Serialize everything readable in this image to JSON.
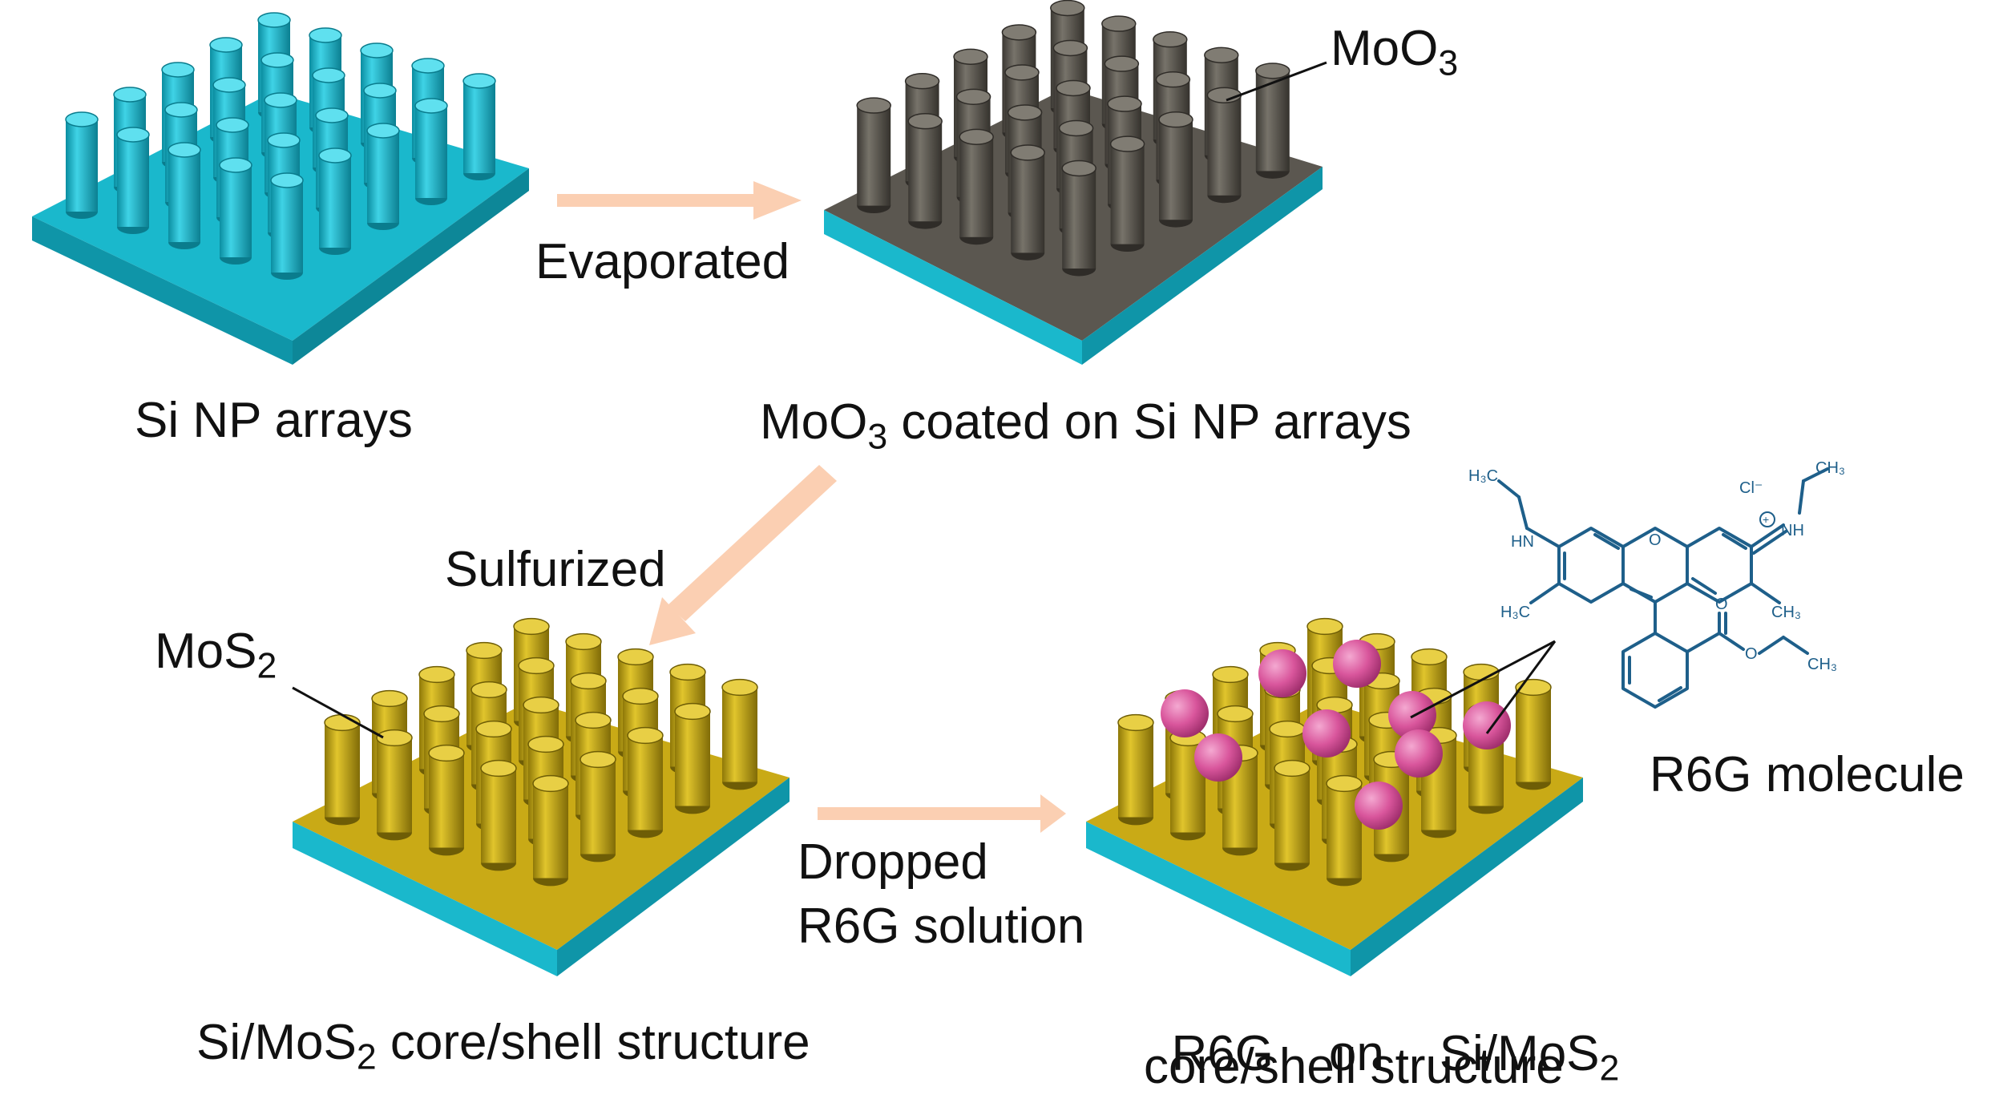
{
  "labels": {
    "si_np_arrays": "Si NP arrays",
    "evaporated": "Evaporated",
    "moo3_tag": {
      "pre": "MoO",
      "sub": "3",
      "post": ""
    },
    "moo3_coated": {
      "pre": "MoO",
      "sub": "3",
      "post": " coated on Si NP arrays"
    },
    "sulfurized": "Sulfurized",
    "mos2_tag": {
      "pre": "MoS",
      "sub": "2",
      "post": ""
    },
    "si_mos2": {
      "pre": "Si/MoS",
      "sub": "2",
      "post": " core/shell structure"
    },
    "dropped_line1": "Dropped",
    "dropped_line2": "R6G solution",
    "r6g_on_line1": {
      "pre": "R6G    on    Si/MoS",
      "sub": "2",
      "post": ""
    },
    "r6g_on_line2": "core/shell structure",
    "r6g_molecule": "R6G molecule"
  },
  "molecule": {
    "h3c_top": "H₃C",
    "ch3_top": "CH₃",
    "cl_minus": "Cl⁻",
    "hn": "HN",
    "nh": "NH",
    "o_ring": "O",
    "h3c_bottom": "H₃C",
    "ch3_right": "CH₃",
    "o_carbonyl": "O",
    "o_ester": "O",
    "ch3_ester": "CH₃",
    "plus": "+"
  },
  "colors": {
    "silicon": "#1ab8cc",
    "moo3": "#57534c",
    "mos2": "#c9aa16",
    "r6g_sphere": "#d9569c",
    "arrow": "#fbcfb2",
    "molecule": "#1e5f8a"
  }
}
